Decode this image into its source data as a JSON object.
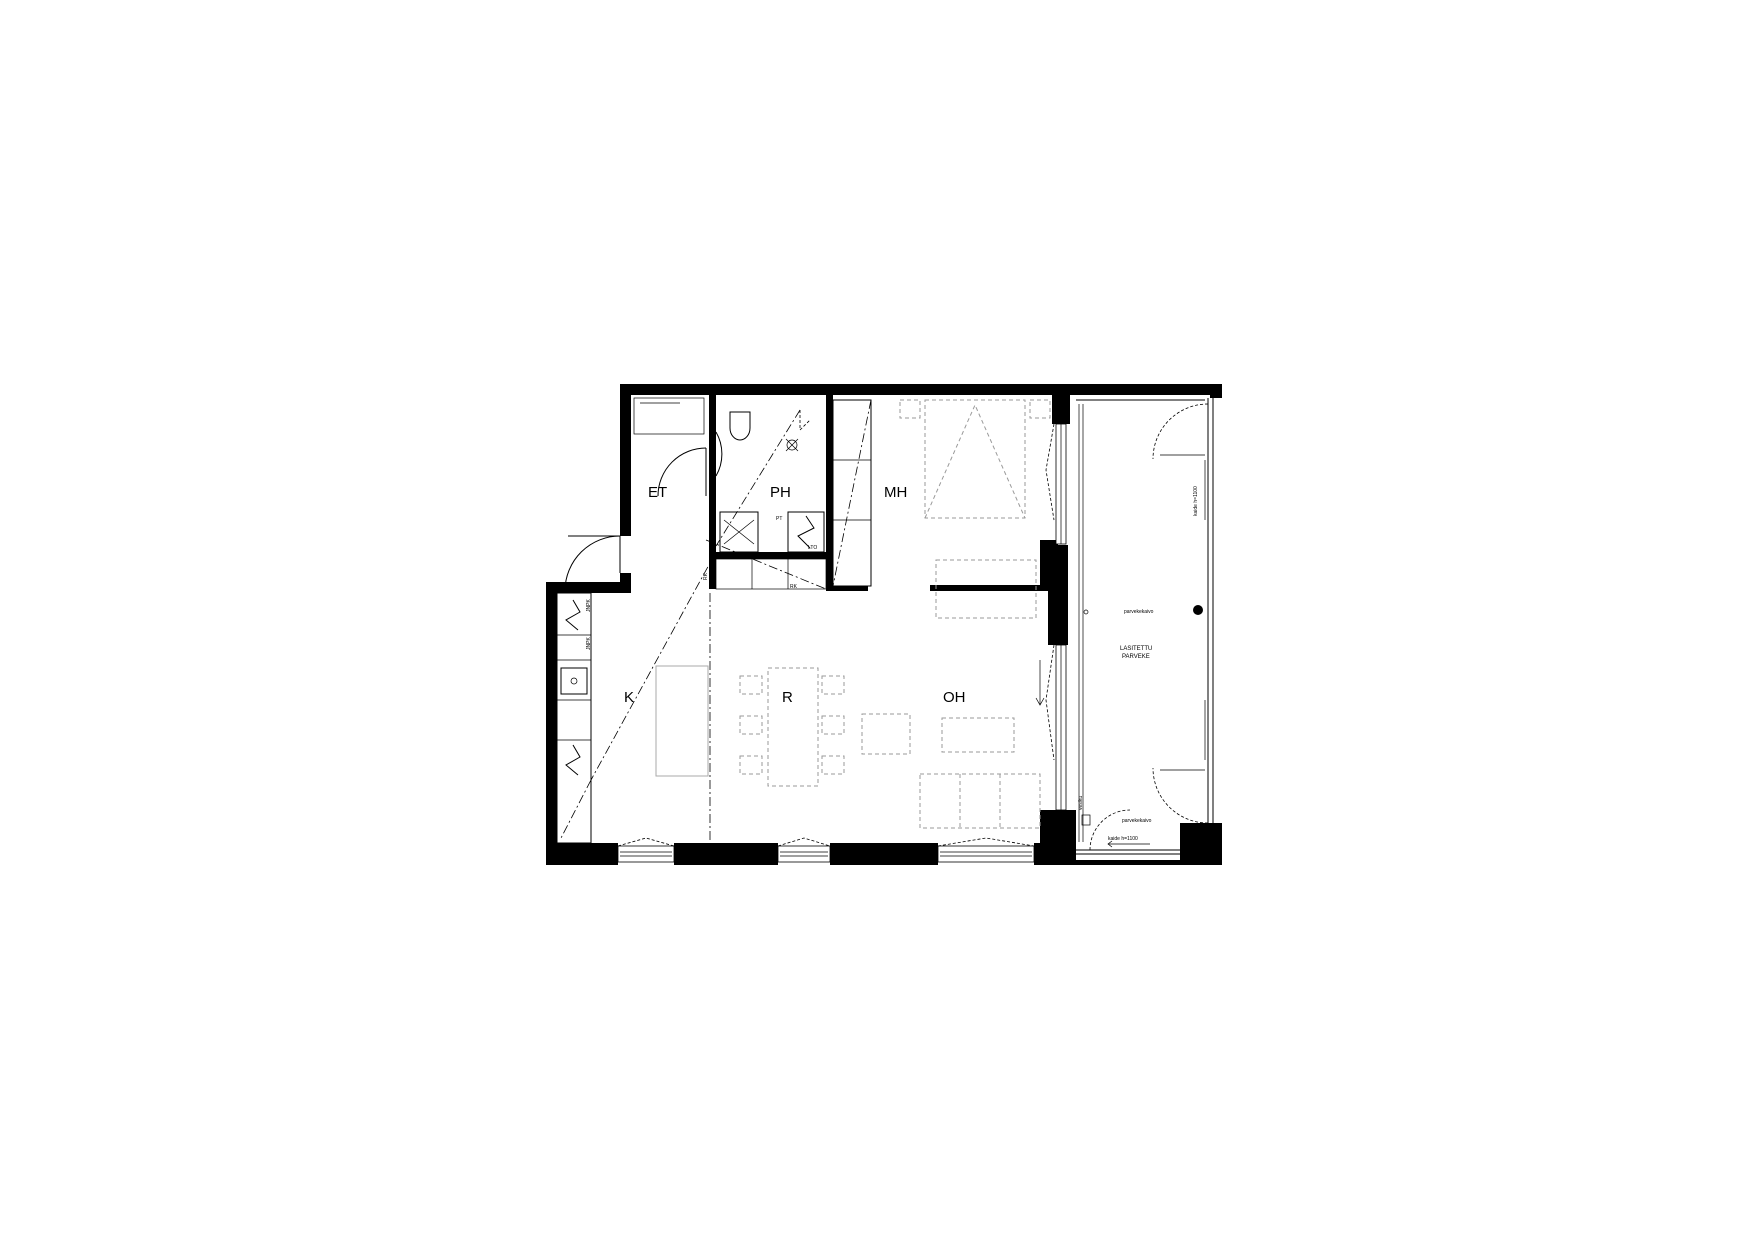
{
  "rooms": {
    "et": "ET",
    "ph": "PH",
    "mh": "MH",
    "k": "K",
    "r": "R",
    "oh": "OH"
  },
  "balcony": {
    "line1": "LASITETTU",
    "line2": "PARVEKE",
    "drain": "parvekekaivo",
    "drain2": "parvekekaivo",
    "rail_side": "kaide h=1100",
    "rail_bottom": "kaide h=1100",
    "vesikaivo": "vesiku"
  },
  "fixtures": {
    "jpk_top": "JNPK",
    "jpk_mid": "JNPK",
    "pt": "PT",
    "ltd": "LTO",
    "rk_left": "RK",
    "rk_right": "RK"
  }
}
